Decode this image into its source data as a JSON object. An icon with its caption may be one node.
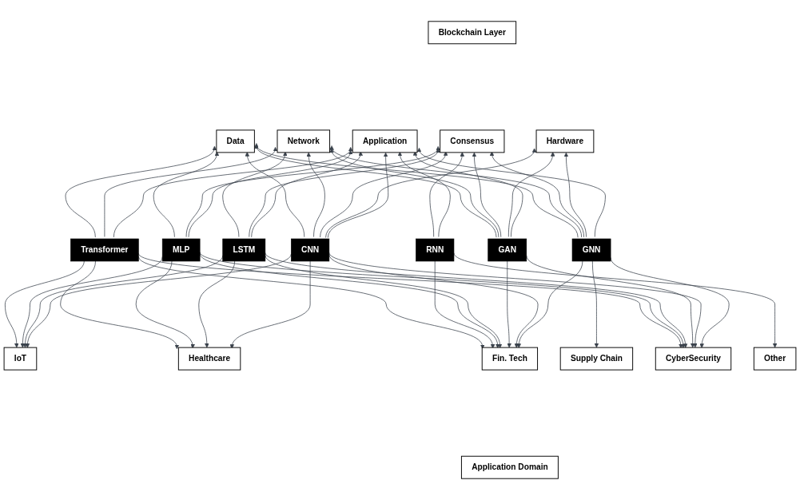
{
  "diagram": {
    "nodes": [
      {
        "text": [
          "Blockchain Layer"
        ]
      },
      {
        "text": [
          "Application"
        ]
      },
      {
        "text": [
          "Hardware"
        ]
      },
      {
        "text": [
          "Consensus"
        ]
      },
      {
        "text": [
          "Network"
        ]
      },
      {
        "text": [
          "Data"
        ]
      },
      {
        "text": [
          "GNN"
        ]
      },
      {
        "text": [
          "CNN"
        ]
      },
      {
        "text": [
          "GAN"
        ]
      },
      {
        "text": [
          "LSTM"
        ]
      },
      {
        "text": [
          "MLP"
        ]
      },
      {
        "text": [
          "RNN"
        ]
      },
      {
        "text": [
          "Transformer"
        ]
      },
      {
        "text": [
          "IoT"
        ]
      },
      {
        "text": [
          "Healthcare"
        ]
      },
      {
        "text": [
          "Fin. Tech"
        ]
      },
      {
        "text": [
          "Supply Chain"
        ]
      },
      {
        "text": [
          "CyberSecurity"
        ]
      },
      {
        "text": [
          "Other"
        ]
      },
      {
        "text": [
          "Application Domain"
        ]
      }
    ],
    "edges": [
      {
        "from": 6,
        "to": 1,
        "arrow": "to"
      },
      {
        "from": 7,
        "to": 1,
        "arrow": "to"
      },
      {
        "from": 8,
        "to": 1,
        "arrow": "to"
      },
      {
        "from": 9,
        "to": 1,
        "arrow": "to"
      },
      {
        "from": 10,
        "to": 1,
        "arrow": "to"
      },
      {
        "from": 11,
        "to": 1,
        "arrow": "to"
      },
      {
        "from": 12,
        "to": 1,
        "arrow": "to"
      },
      {
        "from": 6,
        "to": 2,
        "arrow": "to"
      },
      {
        "from": 7,
        "to": 2,
        "arrow": "to"
      },
      {
        "from": 8,
        "to": 2,
        "arrow": "to"
      },
      {
        "from": 6,
        "to": 3,
        "arrow": "to"
      },
      {
        "from": 7,
        "to": 3,
        "arrow": "to"
      },
      {
        "from": 8,
        "to": 3,
        "arrow": "to"
      },
      {
        "from": 9,
        "to": 3,
        "arrow": "to"
      },
      {
        "from": 10,
        "to": 3,
        "arrow": "to"
      },
      {
        "from": 11,
        "to": 3,
        "arrow": "to"
      },
      {
        "from": 6,
        "to": 4,
        "arrow": "to"
      },
      {
        "from": 7,
        "to": 4,
        "arrow": "to"
      },
      {
        "from": 8,
        "to": 4,
        "arrow": "to"
      },
      {
        "from": 9,
        "to": 4,
        "arrow": "to"
      },
      {
        "from": 12,
        "to": 4,
        "arrow": "to"
      },
      {
        "from": 6,
        "to": 5,
        "arrow": "to"
      },
      {
        "from": 7,
        "to": 5,
        "arrow": "to"
      },
      {
        "from": 8,
        "to": 5,
        "arrow": "to"
      },
      {
        "from": 10,
        "to": 5,
        "arrow": "to"
      },
      {
        "from": 12,
        "to": 5,
        "arrow": "to"
      },
      {
        "from": 6,
        "to": 15,
        "arrow": "to"
      },
      {
        "from": 6,
        "to": 16,
        "arrow": "to"
      },
      {
        "from": 6,
        "to": 17,
        "arrow": "to"
      },
      {
        "from": 7,
        "to": 13,
        "arrow": "to"
      },
      {
        "from": 7,
        "to": 14,
        "arrow": "to"
      },
      {
        "from": 7,
        "to": 15,
        "arrow": "to"
      },
      {
        "from": 7,
        "to": 17,
        "arrow": "to"
      },
      {
        "from": 8,
        "to": 15,
        "arrow": "to"
      },
      {
        "from": 8,
        "to": 17,
        "arrow": "to"
      },
      {
        "from": 9,
        "to": 13,
        "arrow": "to"
      },
      {
        "from": 9,
        "to": 14,
        "arrow": "to"
      },
      {
        "from": 9,
        "to": 15,
        "arrow": "to"
      },
      {
        "from": 9,
        "to": 17,
        "arrow": "to"
      },
      {
        "from": 10,
        "to": 13,
        "arrow": "to"
      },
      {
        "from": 10,
        "to": 14,
        "arrow": "to"
      },
      {
        "from": 10,
        "to": 15,
        "arrow": "to"
      },
      {
        "from": 10,
        "to": 17,
        "arrow": "to"
      },
      {
        "from": 11,
        "to": 15,
        "arrow": "to"
      },
      {
        "from": 11,
        "to": 18,
        "arrow": "to"
      },
      {
        "from": 12,
        "to": 13,
        "arrow": "to"
      },
      {
        "from": 12,
        "to": 14,
        "arrow": "to"
      },
      {
        "from": 12,
        "to": 15,
        "arrow": "to"
      },
      {
        "from": 12,
        "to": 17,
        "arrow": "to"
      }
    ]
  }
}
